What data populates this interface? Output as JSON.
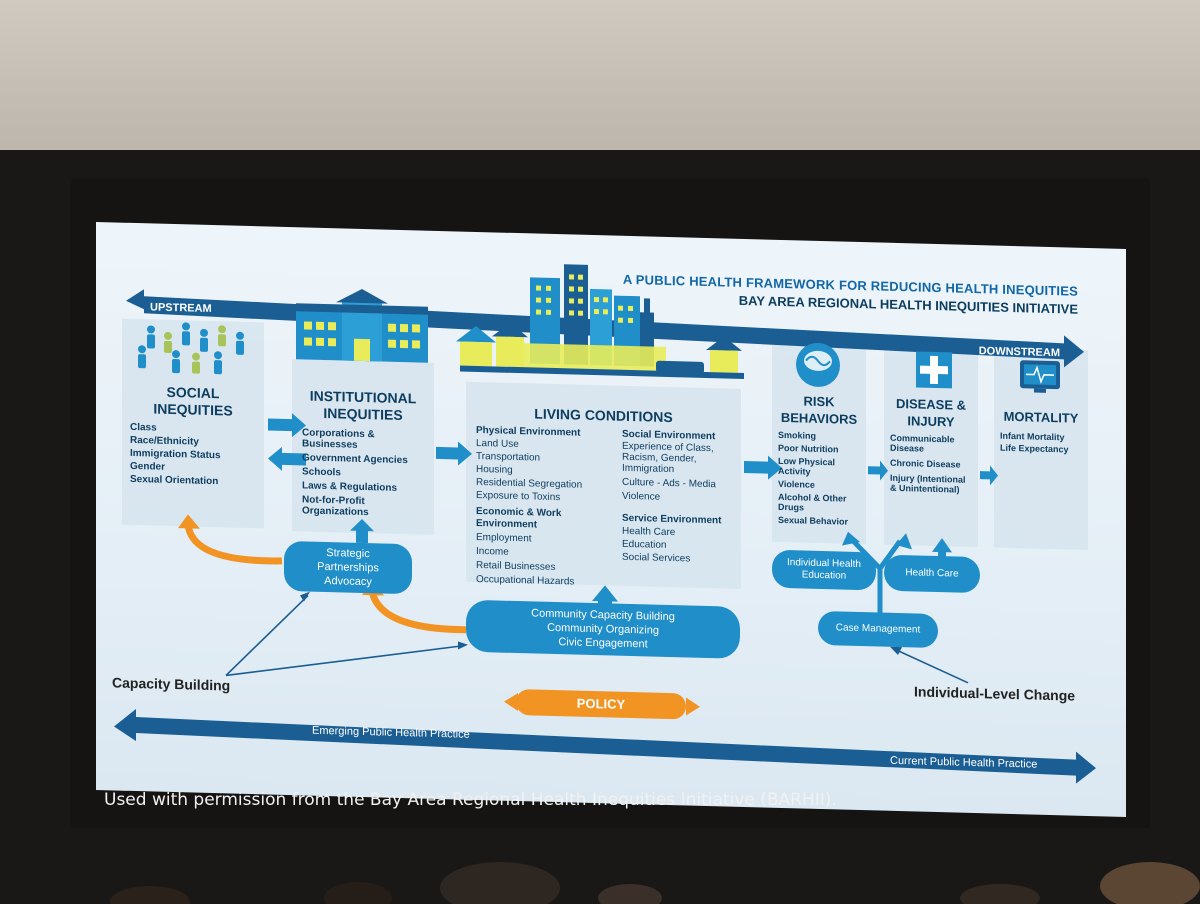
{
  "caption": "Used with permission from the Bay Area Regional Health Inequities Initiative (BARHII).",
  "title_line1": "A PUBLIC HEALTH FRAMEWORK  FOR REDUCING HEALTH INEQUITIES",
  "title_line2": "BAY AREA REGIONAL HEALTH INEQUITIES INITIATIVE",
  "upstream": "UPSTREAM",
  "downstream": "DOWNSTREAM",
  "columns": {
    "social": {
      "title_l1": "SOCIAL",
      "title_l2": "INEQUITIES",
      "items": [
        "Class",
        "Race/Ethnicity",
        "Immigration Status",
        "Gender",
        "Sexual Orientation"
      ]
    },
    "institutional": {
      "title_l1": "INSTITUTIONAL",
      "title_l2": "INEQUITIES",
      "items": [
        "Corporations &",
        "Businesses",
        "Government Agencies",
        "Schools",
        "Laws & Regulations",
        "Not-for-Profit",
        "Organizations"
      ]
    },
    "living": {
      "title": "LIVING CONDITIONS",
      "physical_title": "Physical Environment",
      "physical_items": [
        "Land Use",
        "Transportation",
        "Housing",
        "Residential Segregation",
        "Exposure to Toxins"
      ],
      "economic_title_l1": "Economic & Work",
      "economic_title_l2": "Environment",
      "economic_items": [
        "Employment",
        "Income",
        "Retail Businesses",
        "Occupational Hazards"
      ],
      "social_title": "Social Environment",
      "social_items": [
        "Experience of Class,",
        "Racism, Gender,",
        "Immigration",
        "Culture - Ads - Media",
        "Violence"
      ],
      "service_title": "Service Environment",
      "service_items": [
        "Health Care",
        "Education",
        "Social Services"
      ]
    },
    "risk": {
      "title_l1": "RISK",
      "title_l2": "BEHAVIORS",
      "items": [
        "Smoking",
        "Poor Nutrition",
        "Low Physical",
        "Activity",
        "Violence",
        "Alcohol & Other",
        "Drugs",
        "Sexual Behavior"
      ]
    },
    "disease": {
      "title_l1": "DISEASE &",
      "title_l2": "INJURY",
      "items": [
        "Communicable",
        "Disease",
        "Chronic Disease",
        "Injury (Intentional",
        "& Unintentional)"
      ]
    },
    "mortality": {
      "title": "MORTALITY",
      "items": [
        "Infant Mortality",
        "Life Expectancy"
      ]
    }
  },
  "ovals": {
    "strategic": [
      "Strategic",
      "Partnerships",
      "Advocacy"
    ],
    "community": [
      "Community Capacity Building",
      "Community Organizing",
      "Civic Engagement"
    ],
    "individual_health": [
      "Individual Health",
      "Education"
    ],
    "health_care": "Health Care",
    "case_management": "Case Management"
  },
  "policy": "POLICY",
  "capacity_building": "Capacity Building",
  "individual_level_change": "Individual-Level Change",
  "emerging_practice": "Emerging Public Health Practice",
  "current_practice": "Current Public Health Practice",
  "colors": {
    "primary_blue": "#1f8ec9",
    "dark_blue": "#1a5e93",
    "orange": "#f29423",
    "building_yellow": "#e8ec5a",
    "text_navy": "#0d3d5e"
  },
  "icons": [
    "people-icon",
    "school-building-icon",
    "city-skyline-icon",
    "brain-icon",
    "medical-star-icon",
    "heart-monitor-icon"
  ]
}
